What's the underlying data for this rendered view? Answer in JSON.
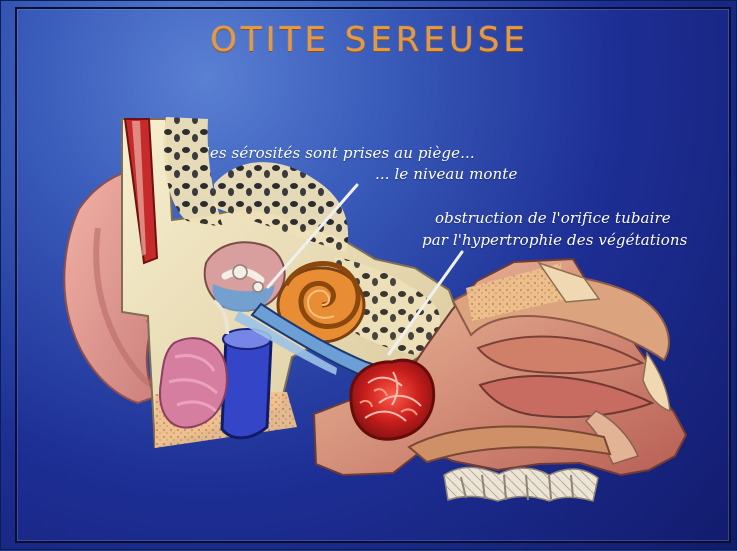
{
  "title": "OTITE SEREUSE",
  "annotations": {
    "trap_line_1": "les sérosités sont prises au piège...",
    "trap_line_2": "... le niveau monte",
    "obstruction_line_1": "obstruction de l'orifice tubaire",
    "obstruction_line_2": "par l'hypertrophie des végétations"
  },
  "colors": {
    "background_dark": "#121b6c",
    "background_light": "#5a80d3",
    "title": "#e39a45",
    "annotation_text": "#ffffff",
    "skin": "#e5a19b",
    "bone": "#f2e6bf",
    "blue_fluid": "#6b9fd5",
    "artery": "#bf2c2c",
    "vein": "#3446c7",
    "gland": "#d57ea0",
    "adenoid": "#bf2020"
  }
}
